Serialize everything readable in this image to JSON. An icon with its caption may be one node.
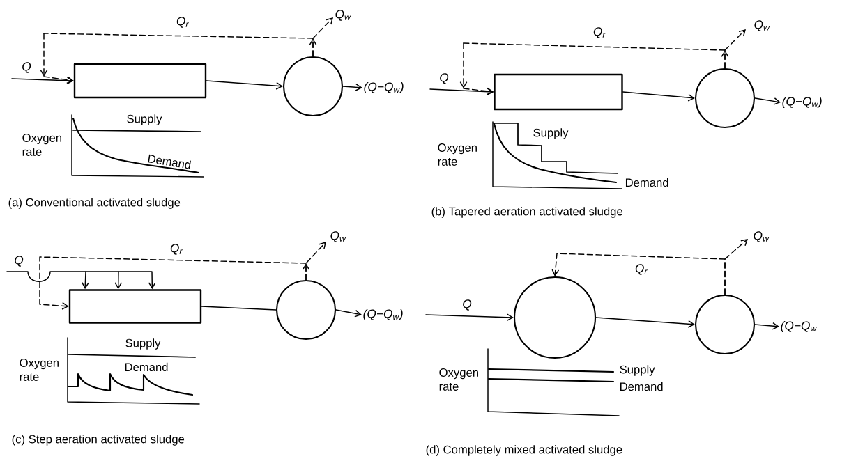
{
  "diagram": {
    "nodes": [
      {
        "text": [],
        "shape": "box"
      },
      {
        "text": [],
        "shape": "circle"
      },
      {
        "text": [
          "(Q−Q$_{w}$)"
        ]
      },
      {
        "text": [],
        "shape": "box"
      },
      {
        "text": [],
        "shape": "circle"
      },
      {
        "text": [
          "(Q−Q$_{w}$)"
        ]
      },
      {
        "text": [],
        "shape": "box"
      },
      {
        "text": [],
        "shape": "circle"
      },
      {
        "text": [
          "(Q−Q$_{w}$)"
        ]
      },
      {
        "text": [],
        "shape": "circle"
      },
      {
        "text": [],
        "shape": "circle"
      },
      {
        "text": [
          "(Q−Q$_{w}$"
        ]
      }
    ],
    "edges": [
      {
        "from": null,
        "to": 0,
        "arrow": "to",
        "label": "Q"
      },
      {
        "from": 0,
        "to": 1,
        "arrow": "to"
      },
      {
        "from": 1,
        "to": 2,
        "arrow": "to"
      },
      {
        "from": 1,
        "to": 0,
        "arrow": "to",
        "style": "dashed",
        "label": "Q$_{r}$"
      },
      {
        "from": 1,
        "to": null,
        "arrow": "to",
        "style": "dashed",
        "label": "Q$_{w}$"
      },
      {
        "from": null,
        "to": 3,
        "arrow": "to",
        "label": "Q"
      },
      {
        "from": 3,
        "to": 4,
        "arrow": "to"
      },
      {
        "from": 4,
        "to": 5,
        "arrow": "to"
      },
      {
        "from": 4,
        "to": 3,
        "arrow": "to",
        "style": "dashed",
        "label": "Q$_{r}$"
      },
      {
        "from": 4,
        "to": null,
        "arrow": "to",
        "style": "dashed",
        "label": "Q$_{w}$"
      },
      {
        "from": null,
        "to": 6,
        "arrow": "to",
        "label": "Q"
      },
      {
        "from": null,
        "to": 6,
        "arrow": "to"
      },
      {
        "from": null,
        "to": 6,
        "arrow": "to"
      },
      {
        "from": 6,
        "to": 7,
        "arrow": "none"
      },
      {
        "from": 7,
        "to": 8,
        "arrow": "to"
      },
      {
        "from": 7,
        "to": 6,
        "arrow": "to",
        "style": "dashed",
        "label": "Q$_{r}$"
      },
      {
        "from": 7,
        "to": null,
        "arrow": "to",
        "style": "dashed",
        "label": "Q$_{w}$"
      },
      {
        "from": null,
        "to": 9,
        "arrow": "to",
        "label": "Q"
      },
      {
        "from": 9,
        "to": 10,
        "arrow": "to"
      },
      {
        "from": 10,
        "to": 11,
        "arrow": "to"
      },
      {
        "from": 10,
        "to": 9,
        "arrow": "to",
        "style": "dashed",
        "label": "Q$_{r}$"
      },
      {
        "from": 10,
        "to": null,
        "arrow": "to",
        "style": "dashed",
        "label": "Q$_{w}$"
      }
    ],
    "labels": [
      "Supply",
      "Oxygen rate",
      "Demand",
      "(a) Conventional activated sludge",
      "Supply",
      "Oxygen rate",
      "Demand",
      "(b) Tapered aeration activated sludge",
      "Supply",
      "Oxygen rate",
      "Demand",
      "(c) Step aeration activated sludge",
      "Supply",
      "Oxygen rate",
      "Demand",
      "(d) Completely mixed activated sludge"
    ]
  }
}
